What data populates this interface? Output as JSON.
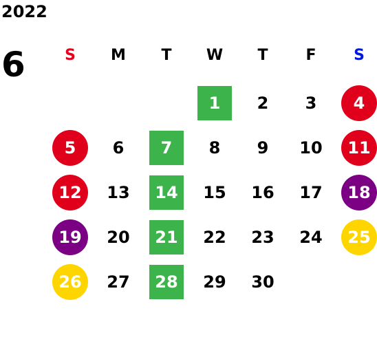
{
  "calendar": {
    "year": "2022",
    "month": "6",
    "weekdays": [
      {
        "label": "S",
        "color": "#e8001c"
      },
      {
        "label": "M",
        "color": "#000000"
      },
      {
        "label": "T",
        "color": "#000000"
      },
      {
        "label": "W",
        "color": "#000000"
      },
      {
        "label": "T",
        "color": "#000000"
      },
      {
        "label": "F",
        "color": "#000000"
      },
      {
        "label": "S",
        "color": "#0018e0"
      }
    ],
    "colors": {
      "green": "#3cb44b",
      "red": "#e0001b",
      "purple": "#7b0083",
      "yellow": "#ffd500"
    },
    "days": [
      {
        "day": "1",
        "col": 3,
        "row": 0,
        "mark": "green"
      },
      {
        "day": "2",
        "col": 4,
        "row": 0,
        "mark": "none"
      },
      {
        "day": "3",
        "col": 5,
        "row": 0,
        "mark": "none"
      },
      {
        "day": "4",
        "col": 6,
        "row": 0,
        "mark": "red"
      },
      {
        "day": "5",
        "col": 0,
        "row": 1,
        "mark": "red"
      },
      {
        "day": "6",
        "col": 1,
        "row": 1,
        "mark": "none"
      },
      {
        "day": "7",
        "col": 2,
        "row": 1,
        "mark": "green"
      },
      {
        "day": "8",
        "col": 3,
        "row": 1,
        "mark": "none"
      },
      {
        "day": "9",
        "col": 4,
        "row": 1,
        "mark": "none"
      },
      {
        "day": "10",
        "col": 5,
        "row": 1,
        "mark": "none"
      },
      {
        "day": "11",
        "col": 6,
        "row": 1,
        "mark": "red"
      },
      {
        "day": "12",
        "col": 0,
        "row": 2,
        "mark": "red"
      },
      {
        "day": "13",
        "col": 1,
        "row": 2,
        "mark": "none"
      },
      {
        "day": "14",
        "col": 2,
        "row": 2,
        "mark": "green"
      },
      {
        "day": "15",
        "col": 3,
        "row": 2,
        "mark": "none"
      },
      {
        "day": "16",
        "col": 4,
        "row": 2,
        "mark": "none"
      },
      {
        "day": "17",
        "col": 5,
        "row": 2,
        "mark": "none"
      },
      {
        "day": "18",
        "col": 6,
        "row": 2,
        "mark": "purple"
      },
      {
        "day": "19",
        "col": 0,
        "row": 3,
        "mark": "purple"
      },
      {
        "day": "20",
        "col": 1,
        "row": 3,
        "mark": "none"
      },
      {
        "day": "21",
        "col": 2,
        "row": 3,
        "mark": "green"
      },
      {
        "day": "22",
        "col": 3,
        "row": 3,
        "mark": "none"
      },
      {
        "day": "23",
        "col": 4,
        "row": 3,
        "mark": "none"
      },
      {
        "day": "24",
        "col": 5,
        "row": 3,
        "mark": "none"
      },
      {
        "day": "25",
        "col": 6,
        "row": 3,
        "mark": "yellow"
      },
      {
        "day": "26",
        "col": 0,
        "row": 4,
        "mark": "yellow"
      },
      {
        "day": "27",
        "col": 1,
        "row": 4,
        "mark": "none"
      },
      {
        "day": "28",
        "col": 2,
        "row": 4,
        "mark": "green"
      },
      {
        "day": "29",
        "col": 3,
        "row": 4,
        "mark": "none"
      },
      {
        "day": "30",
        "col": 4,
        "row": 4,
        "mark": "none"
      }
    ]
  }
}
